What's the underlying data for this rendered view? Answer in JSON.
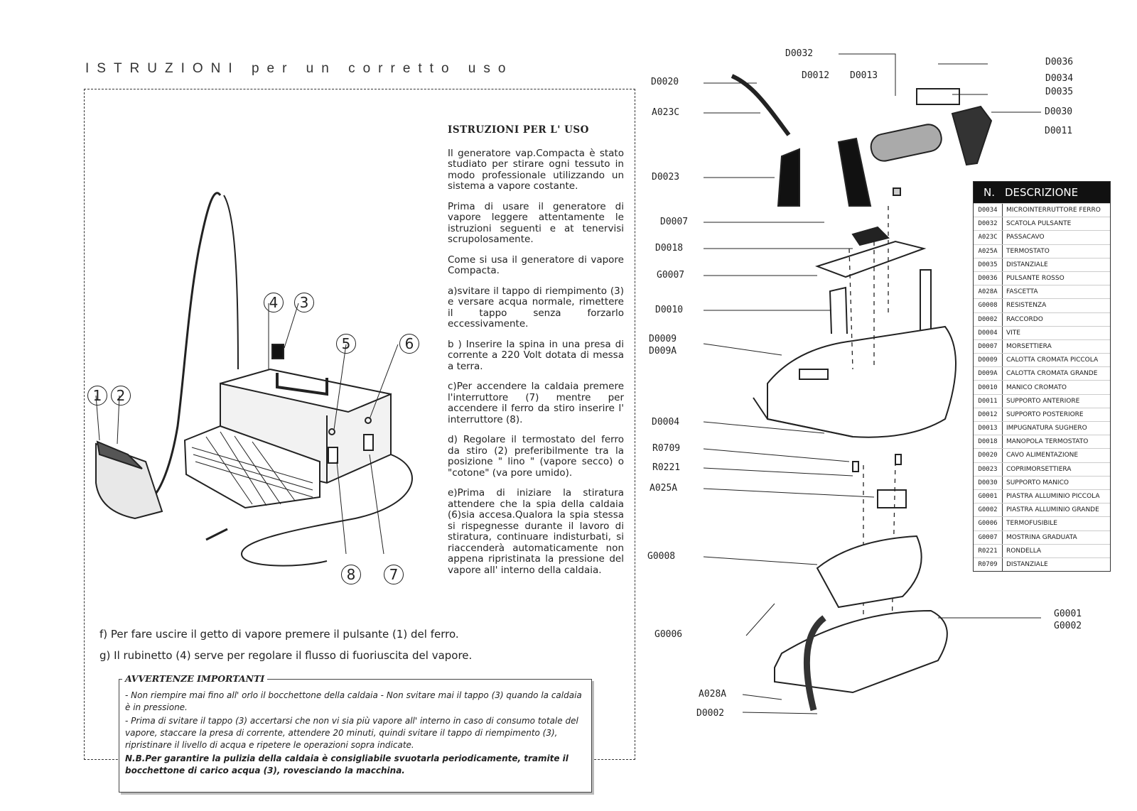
{
  "header": {
    "title": "ISTRUZIONI per un corretto uso"
  },
  "instructions": {
    "heading": "ISTRUZIONI PER L' USO",
    "paragraphs": [
      "Il generatore vap.Compacta è stato studiato per stirare ogni tessuto in modo professionale utilizzando un sistema a vapore costante.",
      "Prima di usare il generatore di vapore leggere attentamente le istruzioni seguenti e at tenervisi scrupolosamente.",
      "Come si usa il generatore di vapore Compacta.",
      "a)svitare il tappo di riempimento (3) e versare acqua normale, rimettere il tappo senza forzarlo eccessivamente.",
      "b ) Inserire la spina in una presa di corrente a 220 Volt dotata di messa a terra.",
      "c)Per accendere la caldaia premere l'interruttore (7) mentre per accendere il ferro da stiro inserire l' interruttore (8).",
      "d) Regolare il termostato del ferro da stiro (2) preferibilmente tra la posizione \" lino \" (vapore secco) o \"cotone\" (va pore umido).",
      "e)Prima di iniziare la stiratura attendere che la spia della caldaia (6)sia accesa.Qualora la spia stessa si rispegnesse durante il lavoro di stiratura, continuare indisturbati, si riaccenderà automaticamente non appena ripristinata la pressione del vapore all' interno della caldaia."
    ],
    "step_f": "f) Per fare uscire il getto di vapore premere il pulsante (1) del ferro.",
    "step_g": "g) Il rubinetto (4) serve per regolare il flusso di fuoriuscita del vapore."
  },
  "warnings": {
    "title": "AVVERTENZE IMPORTANTI",
    "items": [
      "- Non riempire mai fino all' orlo il bocchettone della caldaia - Non svitare mai il tappo (3) quando la caldaia è in pressione.",
      "- Prima di svitare il tappo (3) accertarsi che non vi sia più vapore all' interno in caso di consumo totale del vapore, staccare la presa di corrente, attendere 20 minuti, quindi svitare il tappo di riempimento (3), ripristinare il livello di acqua e ripetere le operazioni sopra indicate."
    ],
    "note": "N.B.Per garantire la pulizia della caldaia è consigliabile svuotarla periodicamente, tramite il bocchettone di carico acqua (3), rovesciando la macchina."
  },
  "callouts": [
    "1",
    "2",
    "3",
    "4",
    "5",
    "6",
    "7",
    "8"
  ],
  "part_labels": {
    "D0032": "D0032",
    "D0012": "D0012",
    "D0013": "D0013",
    "D0036": "D0036",
    "D0034": "D0034",
    "D0035": "D0035",
    "D0030": "D0030",
    "D0011": "D0011",
    "D0020": "D0020",
    "A023C": "A023C",
    "D0023": "D0023",
    "D0007": "D0007",
    "D0018": "D0018",
    "G0007": "G0007",
    "D0010": "D0010",
    "D0009": "D0009",
    "D009A": "D009A",
    "D0004": "D0004",
    "R0709": "R0709",
    "R0221": "R0221",
    "A025A": "A025A",
    "G0008": "G0008",
    "G0006": "G0006",
    "A028A": "A028A",
    "D0002": "D0002",
    "G0001": "G0001",
    "G0002": "G0002"
  },
  "parts_table": {
    "header_code": "N.",
    "header_desc": "DESCRIZIONE",
    "rows": [
      {
        "code": "D0034",
        "desc": "MICROINTERRUTTORE FERRO"
      },
      {
        "code": "D0032",
        "desc": "SCATOLA PULSANTE"
      },
      {
        "code": "A023C",
        "desc": "PASSACAVO"
      },
      {
        "code": "A025A",
        "desc": "TERMOSTATO"
      },
      {
        "code": "D0035",
        "desc": "DISTANZIALE"
      },
      {
        "code": "D0036",
        "desc": "PULSANTE ROSSO"
      },
      {
        "code": "A028A",
        "desc": "FASCETTA"
      },
      {
        "code": "G0008",
        "desc": "RESISTENZA"
      },
      {
        "code": "D0002",
        "desc": "RACCORDO"
      },
      {
        "code": "D0004",
        "desc": "VITE"
      },
      {
        "code": "D0007",
        "desc": "MORSETTIERA"
      },
      {
        "code": "D0009",
        "desc": "CALOTTA CROMATA PICCOLA"
      },
      {
        "code": "D009A",
        "desc": "CALOTTA CROMATA GRANDE"
      },
      {
        "code": "D0010",
        "desc": "MANICO CROMATO"
      },
      {
        "code": "D0011",
        "desc": "SUPPORTO ANTERIORE"
      },
      {
        "code": "D0012",
        "desc": "SUPPORTO POSTERIORE"
      },
      {
        "code": "D0013",
        "desc": "IMPUGNATURA SUGHERO"
      },
      {
        "code": "D0018",
        "desc": "MANOPOLA TERMOSTATO"
      },
      {
        "code": "D0020",
        "desc": "CAVO ALIMENTAZIONE"
      },
      {
        "code": "D0023",
        "desc": "COPRIMORSETTIERA"
      },
      {
        "code": "D0030",
        "desc": "SUPPORTO MANICO"
      },
      {
        "code": "G0001",
        "desc": "PIASTRA ALLUMINIO PICCOLA"
      },
      {
        "code": "G0002",
        "desc": "PIASTRA ALLUMINIO GRANDE"
      },
      {
        "code": "G0006",
        "desc": "TERMOFUSIBILE"
      },
      {
        "code": "G0007",
        "desc": "MOSTRINA GRADUATA"
      },
      {
        "code": "R0221",
        "desc": "RONDELLA"
      },
      {
        "code": "R0709",
        "desc": "DISTANZIALE"
      }
    ]
  }
}
